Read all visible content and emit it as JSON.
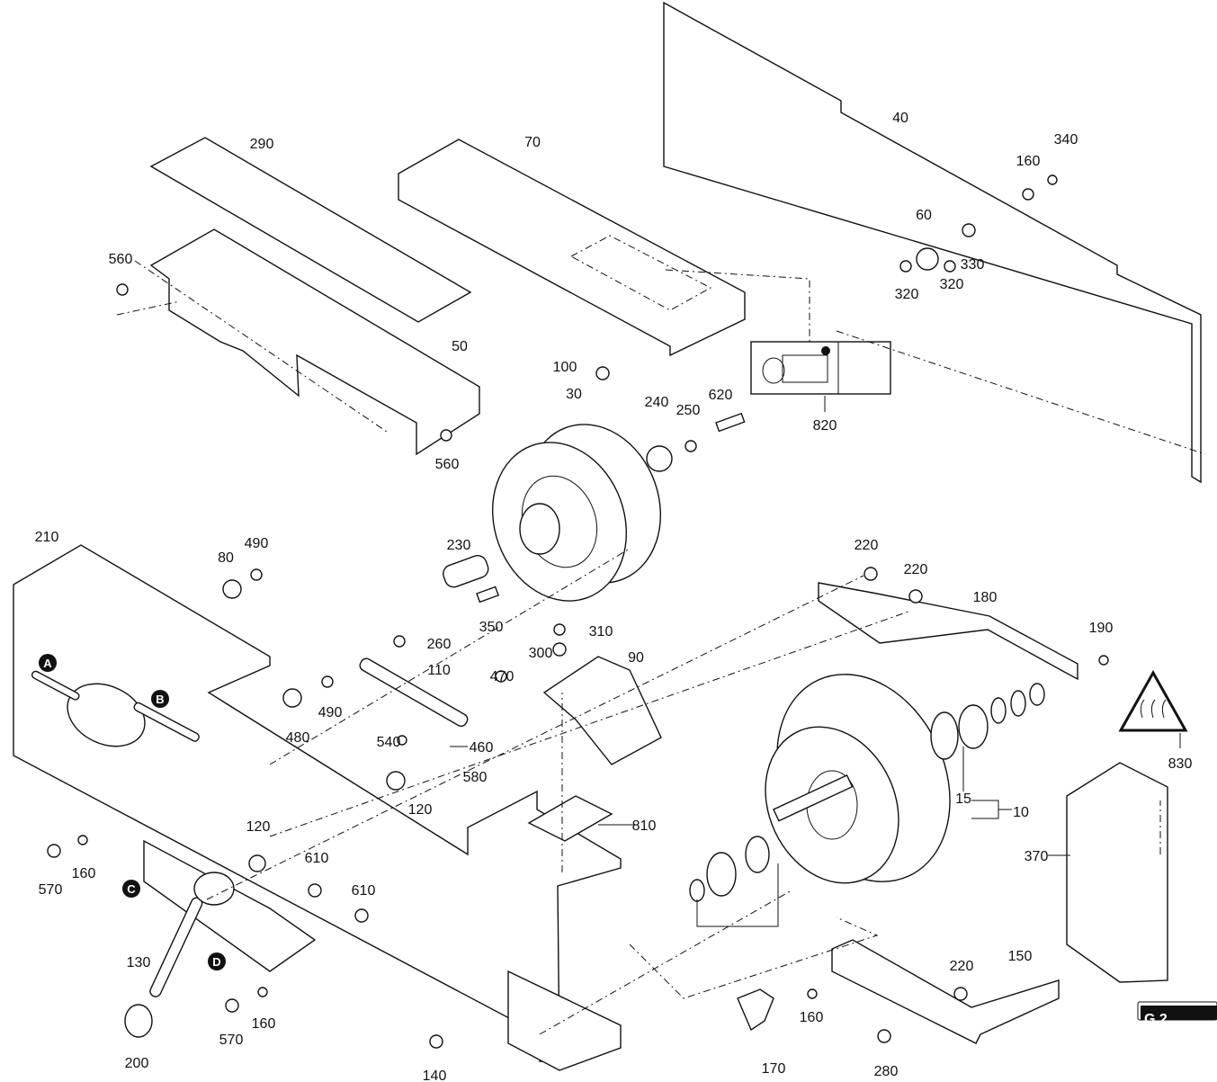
{
  "title": "Exploded parts diagram",
  "part_labels": [
    "290",
    "70",
    "40",
    "340",
    "160",
    "60",
    "330",
    "320",
    "320",
    "560",
    "50",
    "100",
    "30",
    "240",
    "250",
    "620",
    "820",
    "560",
    "210",
    "80",
    "490",
    "230",
    "350",
    "220",
    "220",
    "180",
    "190",
    "260",
    "310",
    "300",
    "90",
    "110",
    "470",
    "490",
    "480",
    "540",
    "460",
    "120",
    "580",
    "15",
    "10",
    "830",
    "810",
    "370",
    "120",
    "610",
    "610",
    "570",
    "160",
    "130",
    "200",
    "570",
    "160",
    "140",
    "170",
    "160",
    "220",
    "150",
    "280"
  ],
  "reference_letters": [
    "A",
    "B",
    "C",
    "D"
  ],
  "corner_badge": "G 2..."
}
